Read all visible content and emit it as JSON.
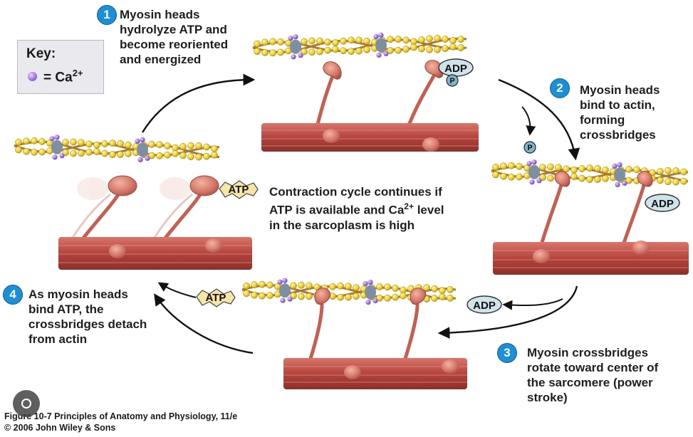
{
  "key": {
    "title": "Key:",
    "eq_prefix": "=",
    "eq_base": "Ca",
    "eq_sup": "2+",
    "ca_color": "#9a6cd6"
  },
  "steps": [
    {
      "number": "1",
      "lines": [
        "Myosin heads",
        "hydrolyze ATP and",
        "become reoriented",
        "and energized"
      ]
    },
    {
      "number": "2",
      "lines": [
        "Myosin heads",
        "bind to actin,",
        "forming",
        "crossbridges"
      ]
    },
    {
      "number": "3",
      "lines": [
        "Myosin crossbridges",
        "rotate toward center of",
        "the sarcomere (power",
        "stroke)"
      ]
    },
    {
      "number": "4",
      "lines": [
        "As myosin heads",
        "bind ATP, the",
        "crossbridges detach",
        "from actin"
      ]
    }
  ],
  "center_note": {
    "line1": "Contraction cycle continues if",
    "line2_base": "ATP is available and Ca",
    "line2_sup": "2+",
    "line2_rest": " level",
    "line3": "in the sarcoplasm is high"
  },
  "molecules": {
    "adp": "ADP",
    "atp": "ATP",
    "p": "P"
  },
  "caption": {
    "line1": "Figure 10-7  Principles of Anatomy and Physiology, 11/e",
    "line2": "© 2006 John Wiley & Sons"
  },
  "colors": {
    "step_badge": "#1d8fd6",
    "myosin": "#c9534a",
    "actin_bead": "#f0cf2a",
    "actin_strand": "#a87b2e",
    "troponin": "#7e8fa3",
    "atp_tag": "#f5e6a8",
    "adp_tag": "#cfe3ea"
  }
}
